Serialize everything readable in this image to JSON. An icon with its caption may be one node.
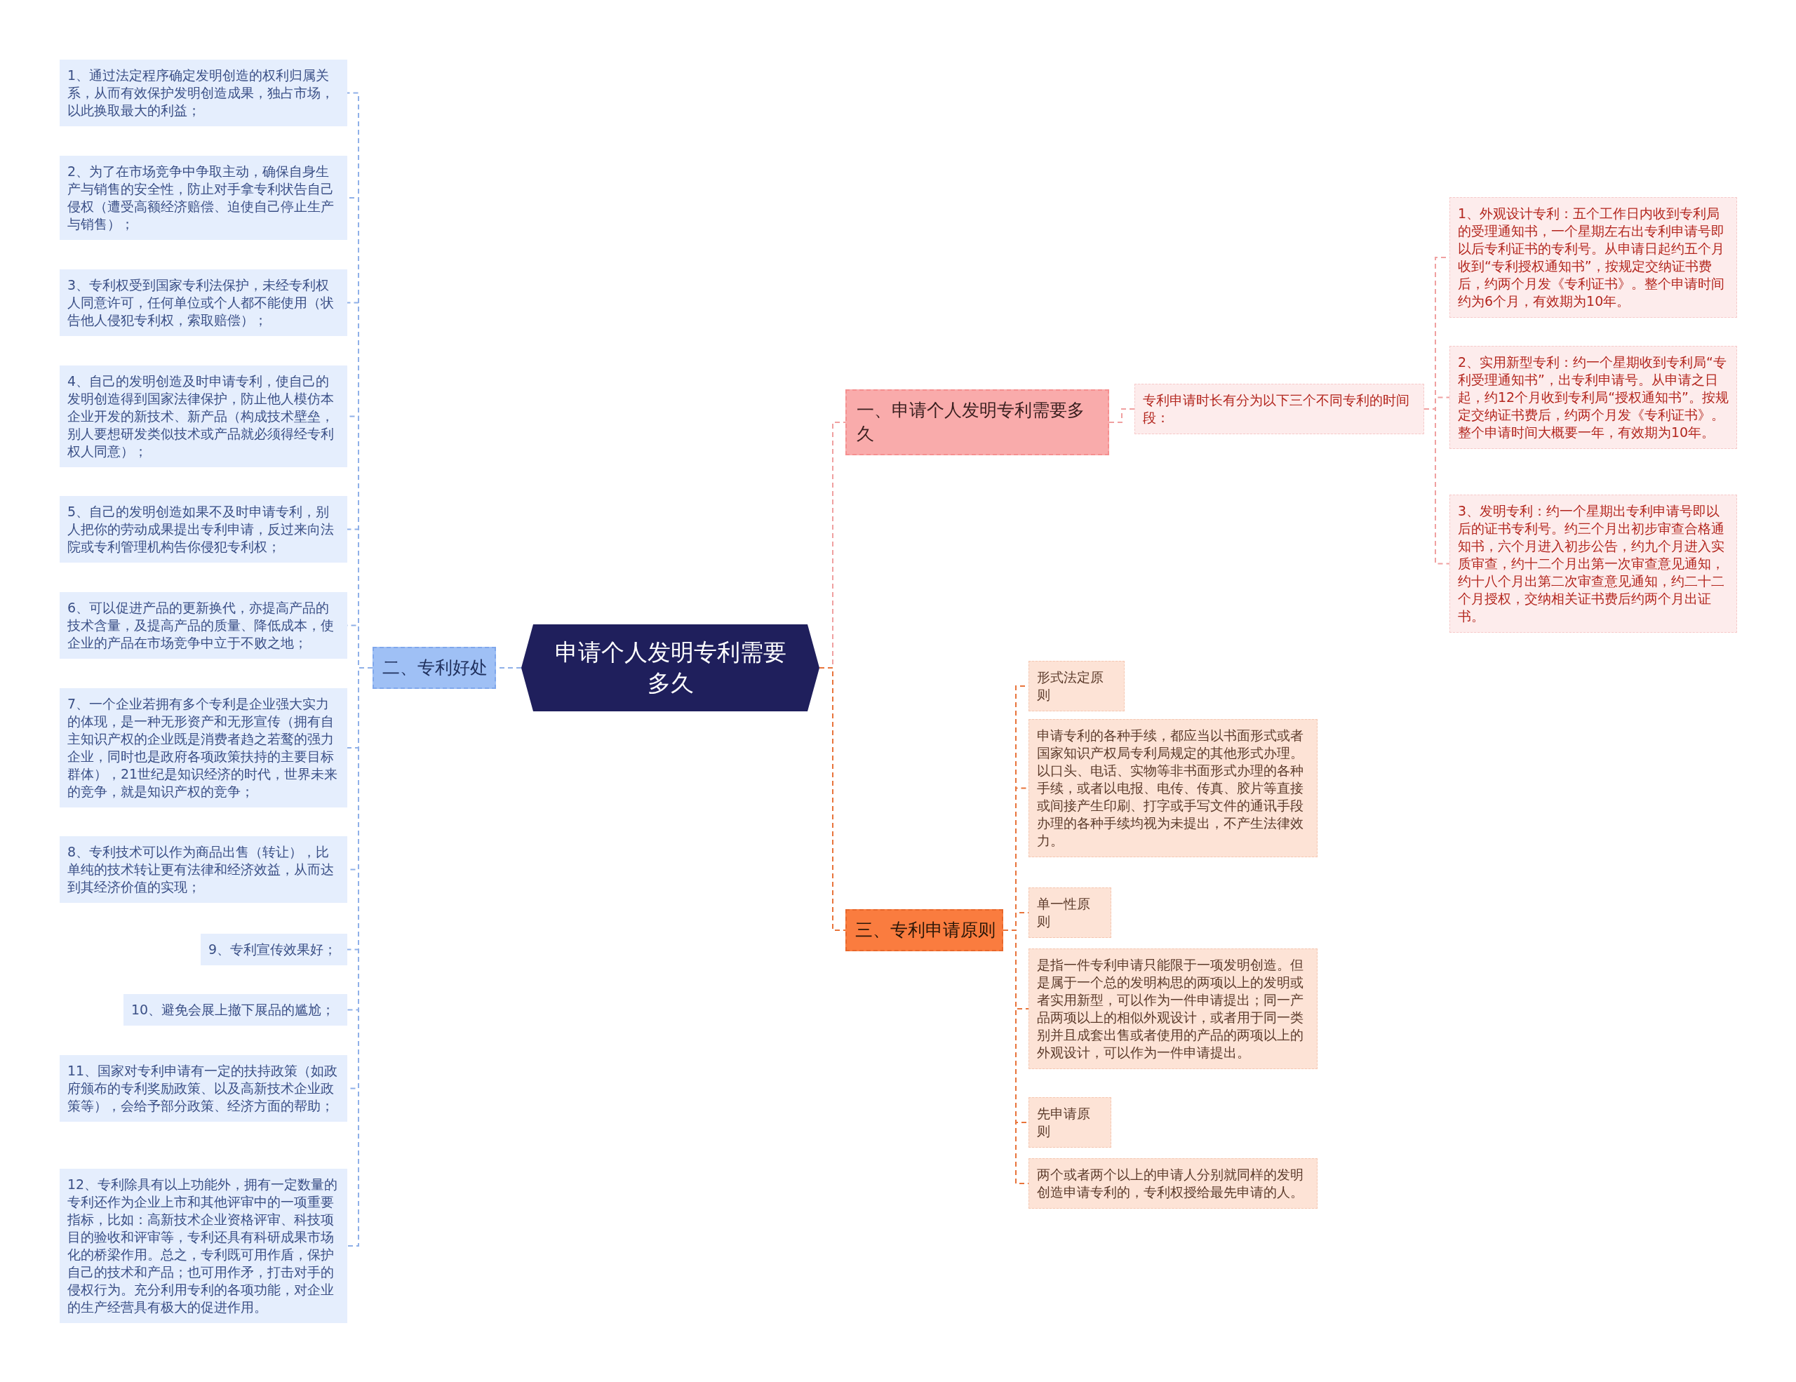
{
  "diagram": {
    "nodes": [
      {
        "text": [
          "申请个人发明专利需要多久"
        ]
      },
      {
        "text": [
          "一、申请个人发明专利需要多久"
        ]
      },
      {
        "text": [
          "专利申请时长有分为以下三个不同专利的时间段："
        ]
      },
      {
        "text": [
          "1、外观设计专利：五个工作日内收到专利局的受理通知书，一个星期左右出专利申请号即以后专利证书的专利号。从申请日起约五个月收到“专利授权通知书”，按规定交纳证书费后，约两个月发《专利证书》。整个申请时间约为6个月，有效期为10年。"
        ]
      },
      {
        "text": [
          "2、实用新型专利：约一个星期收到专利局“专利受理通知书”，出专利申请号。从申请之日起，约12个月收到专利局“授权通知书”。按规定交纳证书费后，约两个月发《专利证书》。整个申请时间大概要一年，有效期为10年。"
        ]
      },
      {
        "text": [
          "3、发明专利：约一个星期出专利申请号即以后的证书专利号。约三个月出初步审查合格通知书，六个月进入初步公告，约九个月进入实质审查，约十二个月出第一次审查意见通知，约十八个月出第二次审查意见通知，约二十二个月授权，交纳相关证书费后约两个月出证书。"
        ]
      },
      {
        "text": [
          "二、专利好处"
        ]
      },
      {
        "text": [
          "1、通过法定程序确定发明创造的权利归属关系，从而有效保护发明创造成果，独占市场，以此换取最大的利益；"
        ]
      },
      {
        "text": [
          "2、为了在市场竞争中争取主动，确保自身生产与销售的安全性，防止对手拿专利状告自己侵权（遭受高额经济赔偿、迫使自己停止生产与销售）；"
        ]
      },
      {
        "text": [
          "3、专利权受到国家专利法保护，未经专利权人同意许可，任何单位或个人都不能使用（状告他人侵犯专利权，索取赔偿）；"
        ]
      },
      {
        "text": [
          "4、自己的发明创造及时申请专利，使自己的发明创造得到国家法律保护，防止他人模仿本企业开发的新技术、新产品（构成技术壁垒，别人要想研发类似技术或产品就必须得经专利权人同意）；"
        ]
      },
      {
        "text": [
          "5、自己的发明创造如果不及时申请专利，别人把你的劳动成果提出专利申请，反过来向法院或专利管理机构告你侵犯专利权；"
        ]
      },
      {
        "text": [
          "6、可以促进产品的更新换代，亦提高产品的技术含量，及提高产品的质量、降低成本，使企业的产品在市场竞争中立于不败之地；"
        ]
      },
      {
        "text": [
          "7、一个企业若拥有多个专利是企业强大实力的体现，是一种无形资产和无形宣传（拥有自主知识产权的企业既是消费者趋之若鹜的强力企业，同时也是政府各项政策扶持的主要目标群体），21世纪是知识经济的时代，世界未来的竞争，就是知识产权的竞争；"
        ]
      },
      {
        "text": [
          "8、专利技术可以作为商品出售（转让），比单纯的技术转让更有法律和经济效益，从而达到其经济价值的实现；"
        ]
      },
      {
        "text": [
          "9、专利宣传效果好；"
        ]
      },
      {
        "text": [
          "10、避免会展上撤下展品的尴尬；"
        ]
      },
      {
        "text": [
          "11、国家对专利申请有一定的扶持政策（如政府颁布的专利奖励政策、以及高新技术企业政策等），会给予部分政策、经济方面的帮助；"
        ]
      },
      {
        "text": [
          "12、专利除具有以上功能外，拥有一定数量的专利还作为企业上市和其他评审中的一项重要指标，比如：高新技术企业资格评审、科技项目的验收和评审等，专利还具有科研成果市场化的桥梁作用。总之，专利既可用作盾，保护自己的技术和产品；也可用作矛，打击对手的侵权行为。充分利用专利的各项功能，对企业的生产经营具有极大的促进作用。"
        ]
      },
      {
        "text": [
          "三、专利申请原则"
        ]
      },
      {
        "text": [
          "形式法定原则"
        ]
      },
      {
        "text": [
          "申请专利的各种手续，都应当以书面形式或者国家知识产权局专利局规定的其他形式办理。以口头、电话、实物等非书面形式办理的各种手续，或者以电报、电传、传真、胶片等直接或间接产生印刷、打字或手写文件的通讯手段办理的各种手续均视为未提出，不产生法律效力。"
        ]
      },
      {
        "text": [
          "单一性原则"
        ]
      },
      {
        "text": [
          "是指一件专利申请只能限于一项发明创造。但是属于一个总的发明构思的两项以上的发明或者实用新型，可以作为一件申请提出；同一产品两项以上的相似外观设计，或者用于同一类别并且成套出售或者使用的产品的两项以上的外观设计，可以作为一件申请提出。"
        ]
      },
      {
        "text": [
          "先申请原则"
        ]
      },
      {
        "text": [
          "两个或者两个以上的申请人分别就同样的发明创造申请专利的，专利权授给最先申请的人。"
        ]
      }
    ],
    "edges": [
      {
        "from": 0,
        "to": 1,
        "arrow": "none",
        "color": "#f0a0a0"
      },
      {
        "from": 1,
        "to": 2,
        "arrow": "none",
        "color": "#f0a0a0"
      },
      {
        "from": 2,
        "to": 3,
        "arrow": "none",
        "color": "#f0a0a0"
      },
      {
        "from": 2,
        "to": 4,
        "arrow": "none",
        "color": "#f0a0a0"
      },
      {
        "from": 2,
        "to": 5,
        "arrow": "none",
        "color": "#f0a0a0"
      },
      {
        "from": 0,
        "to": 6,
        "arrow": "none"
      },
      {
        "from": 6,
        "to": 7,
        "arrow": "none"
      },
      {
        "from": 6,
        "to": 8,
        "arrow": "none"
      },
      {
        "from": 6,
        "to": 9,
        "arrow": "none"
      },
      {
        "from": 6,
        "to": 10,
        "arrow": "none"
      },
      {
        "from": 6,
        "to": 11,
        "arrow": "none"
      },
      {
        "from": 6,
        "to": 12,
        "arrow": "none"
      },
      {
        "from": 6,
        "to": 13,
        "arrow": "none"
      },
      {
        "from": 6,
        "to": 14,
        "arrow": "none"
      },
      {
        "from": 6,
        "to": 15,
        "arrow": "none"
      },
      {
        "from": 6,
        "to": 16,
        "arrow": "none"
      },
      {
        "from": 6,
        "to": 17,
        "arrow": "none"
      },
      {
        "from": 6,
        "to": 18,
        "arrow": "none"
      },
      {
        "from": 0,
        "to": 19,
        "arrow": "none",
        "color": "#e8743b"
      },
      {
        "from": 19,
        "to": 20,
        "arrow": "none",
        "color": "#e8743b"
      },
      {
        "from": 19,
        "to": 21,
        "arrow": "none",
        "color": "#e8743b"
      },
      {
        "from": 19,
        "to": 22,
        "arrow": "none",
        "color": "#e8743b"
      },
      {
        "from": 19,
        "to": 23,
        "arrow": "none",
        "color": "#e8743b"
      },
      {
        "from": 19,
        "to": 24,
        "arrow": "none",
        "color": "#e8743b"
      },
      {
        "from": 19,
        "to": 25,
        "arrow": "none",
        "color": "#e8743b"
      }
    ]
  }
}
